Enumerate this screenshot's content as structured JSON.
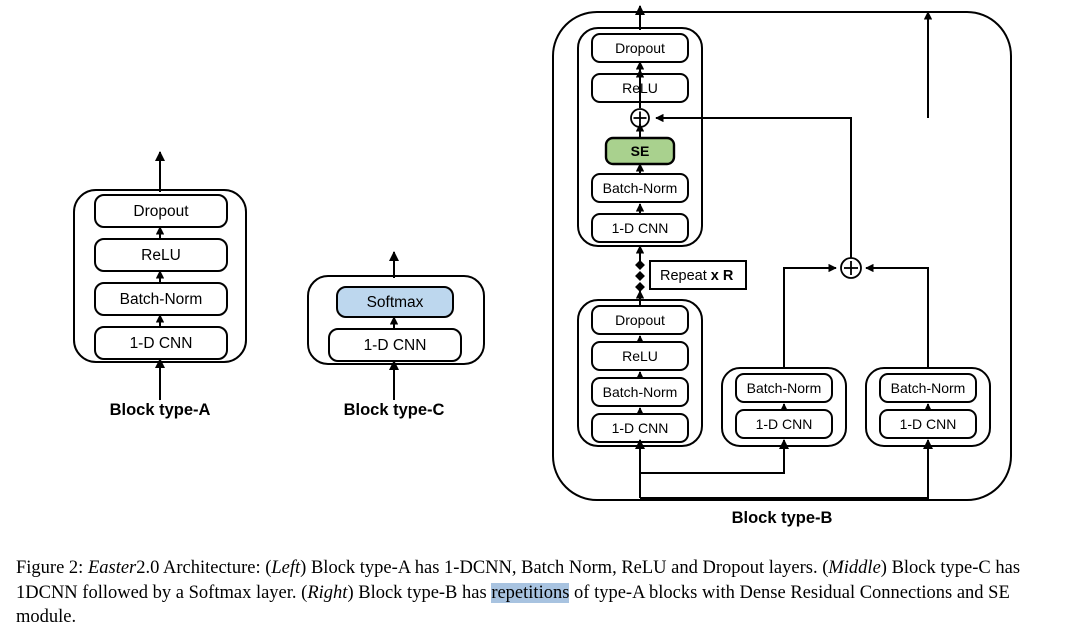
{
  "figure": {
    "type": "diagram",
    "title": "Easter2.0 Architecture",
    "blocks": [
      {
        "id": "block-a",
        "label": "Block type-A",
        "position": "left",
        "layers": [
          "Dropout",
          "ReLU",
          "Batch-Norm",
          "1-D CNN"
        ],
        "order": "bottom-to-top",
        "has_input_arrow": true,
        "has_output_arrow": true
      },
      {
        "id": "block-c",
        "label": "Block type-C",
        "position": "middle",
        "layers": [
          "Softmax",
          "1-D CNN"
        ],
        "order": "bottom-to-top",
        "has_input_arrow": true,
        "has_output_arrow": true
      },
      {
        "id": "block-b",
        "label": "Block type-B",
        "position": "right",
        "main_column_top": {
          "layers": [
            "Dropout",
            "ReLU",
            "SE",
            "Batch-Norm",
            "1-D CNN"
          ],
          "adder_between": "ReLU and SE"
        },
        "main_column_bottom": {
          "layers": [
            "Dropout",
            "ReLU",
            "Batch-Norm",
            "1-D CNN"
          ]
        },
        "residual_column_1": {
          "layers": [
            "Batch-Norm",
            "1-D CNN"
          ]
        },
        "residual_column_2": {
          "layers": [
            "Batch-Norm",
            "1-D CNN"
          ]
        },
        "repeat_label": "Repeat ",
        "repeat_label_bold": "x R",
        "adders": [
          "plus-top",
          "plus-middle"
        ],
        "description": "repetitions of type-A blocks with Dense Residual Connections and SE module"
      }
    ],
    "layer_names": {
      "dropout": "Dropout",
      "relu": "ReLU",
      "batchnorm": "Batch-Norm",
      "cnn": "1-D CNN",
      "softmax": "Softmax",
      "se": "SE"
    },
    "colors": {
      "se_fill": "#a9d18e",
      "softmax_fill": "#bdd7ee",
      "stroke": "#000000",
      "background": "#ffffff",
      "highlight": "#a8c3e0"
    },
    "adder_symbol": "+"
  },
  "caption": {
    "prefix": "Figure 2:",
    "it_easter": "Easter",
    "after_easter": "2.0 Architecture:",
    "paren_open_1": "(",
    "it_left": "Left",
    "paren_close_1": ")",
    "text_left": "Block type-A has 1-DCNN, Batch Norm, ReLU and Dropout layers.",
    "paren_open_2": "(",
    "it_middle": "Middle",
    "paren_close_2": ")",
    "text_middle": "Block type-C has 1DCNN followed by a Softmax layer.",
    "paren_open_3": "(",
    "it_right": "Right",
    "paren_close_3": ")",
    "text_right_before": "Block type-B has",
    "highlighted_word": "repetitions",
    "text_right_after": "of type-A blocks with Dense Residual Connections and SE module."
  }
}
